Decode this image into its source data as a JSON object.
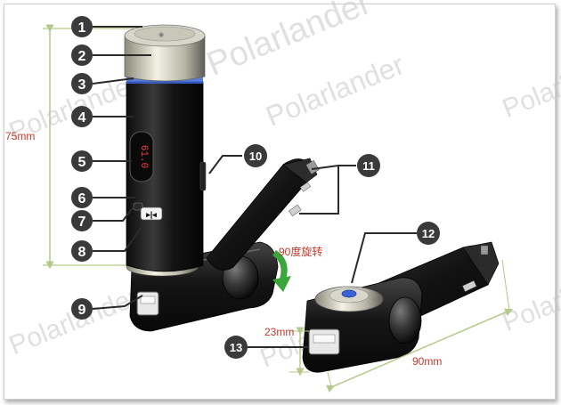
{
  "watermark": "Polarlander",
  "callouts": [
    "1",
    "2",
    "3",
    "4",
    "5",
    "6",
    "7",
    "8",
    "9",
    "10",
    "11",
    "12",
    "13"
  ],
  "display_text": "61.0",
  "dimensions": {
    "height": "75mm",
    "rotation": "90度旋转",
    "port_height": "23mm",
    "length": "90mm"
  },
  "colors": {
    "dimension_line": "#b5c98a",
    "dimension_text": "#c0392b",
    "callout": "#3a3a3a",
    "rotation_arrow": "#3aa53a",
    "body": "#1b1b1b"
  }
}
